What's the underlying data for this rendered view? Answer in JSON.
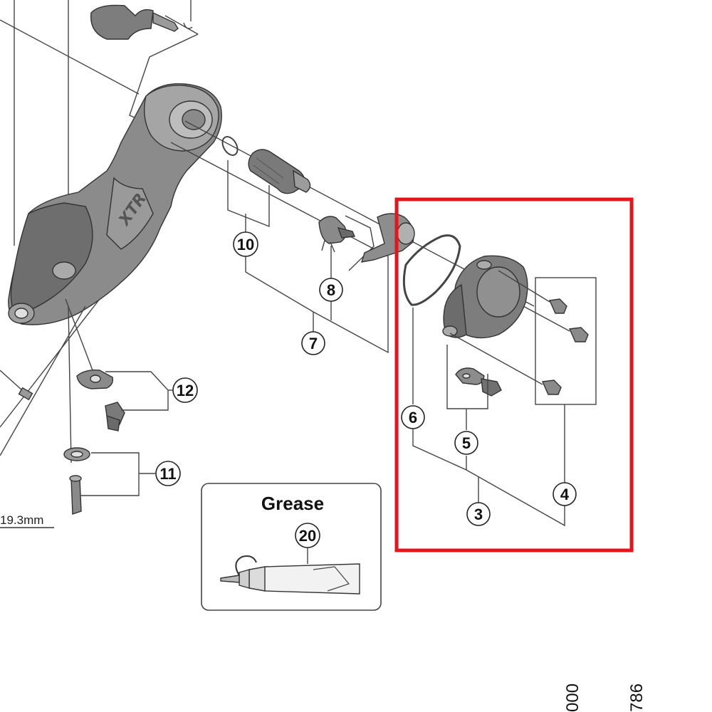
{
  "diagram": {
    "callouts": [
      {
        "id": "c3",
        "label": "3"
      },
      {
        "id": "c4",
        "label": "4"
      },
      {
        "id": "c5",
        "label": "5"
      },
      {
        "id": "c6",
        "label": "6"
      },
      {
        "id": "c7",
        "label": "7"
      },
      {
        "id": "c8",
        "label": "8"
      },
      {
        "id": "c10",
        "label": "10"
      },
      {
        "id": "c11",
        "label": "11"
      },
      {
        "id": "c12",
        "label": "12"
      },
      {
        "id": "c20",
        "label": "20"
      }
    ],
    "dimension_label": "19.3mm",
    "grease_label": "Grease",
    "model_labels": [
      "000",
      "786"
    ],
    "highlight_color": "#e8141c",
    "part_color": "#8a8a8a"
  }
}
